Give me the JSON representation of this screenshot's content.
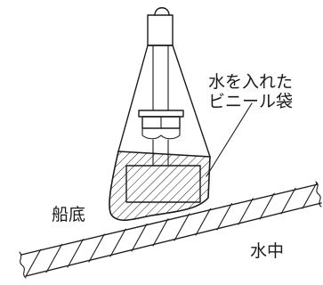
{
  "labels": {
    "bag_line1": "水を入れた",
    "bag_line2": "ビニール袋",
    "hull_bottom": "船底",
    "underwater": "水中"
  },
  "colors": {
    "ink": "#1a1a1a",
    "background": "#ffffff"
  }
}
